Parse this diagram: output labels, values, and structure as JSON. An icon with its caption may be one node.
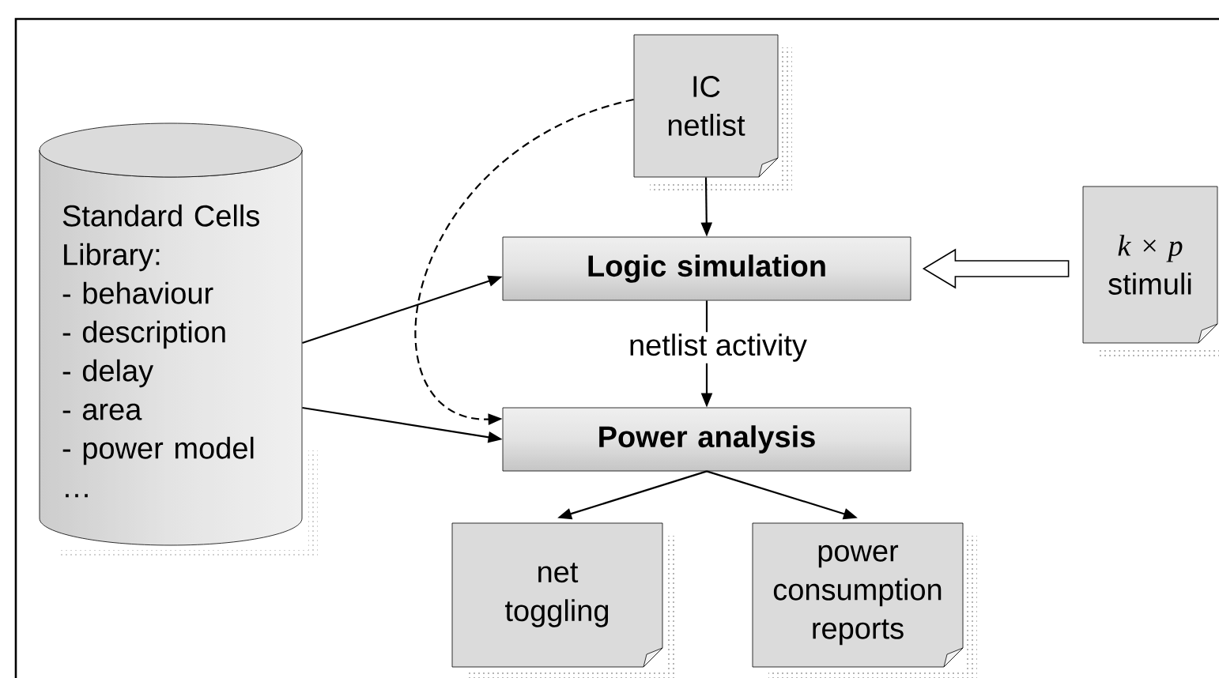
{
  "diagram": {
    "nodes": [
      {
        "text": [
          "Standard Cells Library:",
          "- behaviour",
          "- description",
          "- delay",
          "- area",
          "- power model",
          "…"
        ]
      },
      {
        "text": [
          "IC netlist"
        ]
      },
      {
        "text": [
          "Logic simulation"
        ]
      },
      {
        "text": [
          "*k* × *p*",
          "stimuli"
        ]
      },
      {
        "text": [
          "Power analysis"
        ]
      },
      {
        "text": [
          "net toggling"
        ]
      },
      {
        "text": [
          "power consumption reports"
        ]
      }
    ],
    "edges": [
      {
        "from": 1,
        "to": 2,
        "arrow": "to"
      },
      {
        "from": 3,
        "to": 2,
        "arrow": "to",
        "style": "thick"
      },
      {
        "from": 0,
        "to": 2,
        "arrow": "to"
      },
      {
        "from": 0,
        "to": 4,
        "arrow": "to"
      },
      {
        "from": 1,
        "to": 4,
        "arrow": "to",
        "style": "dashed"
      },
      {
        "from": 2,
        "to": 4,
        "arrow": "to",
        "label": "netlist activity"
      },
      {
        "from": 4,
        "to": 5,
        "arrow": "to"
      },
      {
        "from": 4,
        "to": 6,
        "arrow": "to"
      }
    ]
  }
}
